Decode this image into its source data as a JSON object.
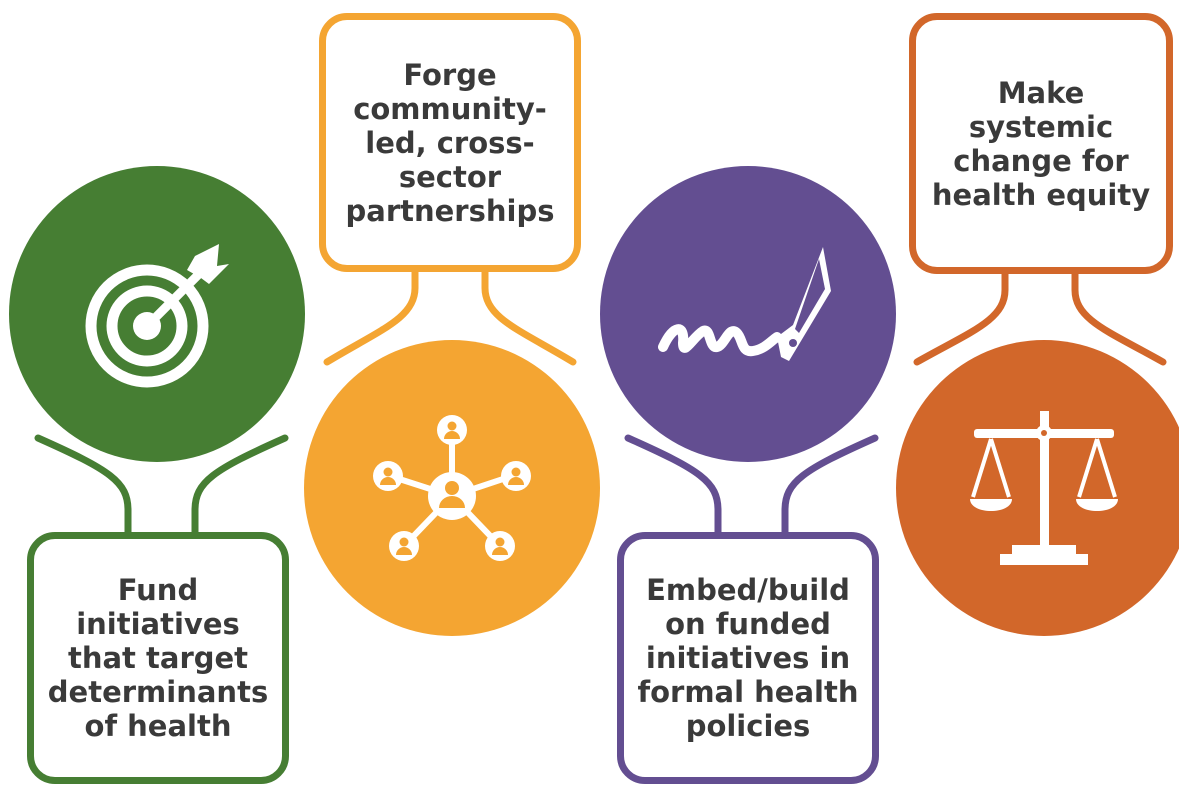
{
  "steps": [
    {
      "id": "fund",
      "label": "Fund\ninitiatives\nthat target\ndeterminants\nof health",
      "color": "#467e33",
      "icon": "target-icon"
    },
    {
      "id": "forge",
      "label": "Forge\ncommunity-\nled, cross-\nsector\npartnerships",
      "color": "#f4a532",
      "icon": "network-icon"
    },
    {
      "id": "embed",
      "label": "Embed/build\non funded\ninitiatives in\nformal health\npolicies",
      "color": "#634e91",
      "icon": "pen-signature-icon"
    },
    {
      "id": "systemic",
      "label": "Make\nsystemic\nchange for\nhealth equity",
      "color": "#d2672a",
      "icon": "scales-icon"
    }
  ]
}
